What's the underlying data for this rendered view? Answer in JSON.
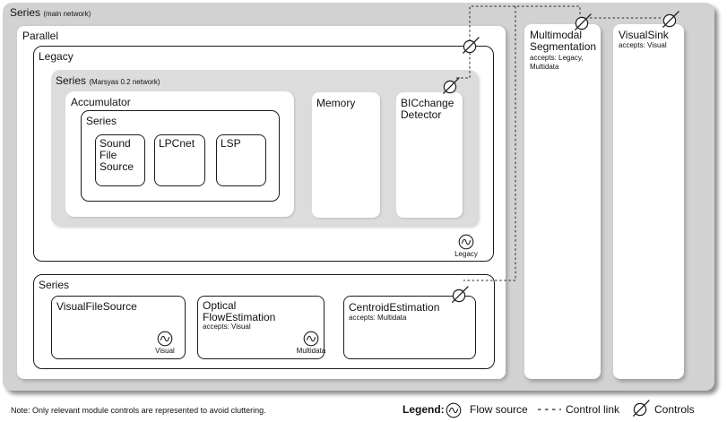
{
  "colors": {
    "outer_gray": "#d2d2d2",
    "inner_gray": "#dcdcdc",
    "box_white": "#ffffff",
    "line_black": "#1c1c1c"
  },
  "network": {
    "main_series": {
      "label": "Series",
      "sublabel": "(main network)"
    },
    "parallel": {
      "label": "Parallel"
    },
    "legacy": {
      "label": "Legacy",
      "flow_source_label": "Legacy"
    },
    "marsyas_series": {
      "label": "Series",
      "sublabel": "(Marsyas 0.2 network)"
    },
    "accumulator": {
      "label": "Accumulator"
    },
    "accumulator_series": {
      "label": "Series"
    },
    "sound_file_source": {
      "lines": [
        "Sound",
        "File",
        "Source"
      ]
    },
    "lpcnet": {
      "label": "LPCnet"
    },
    "lsp": {
      "label": "LSP"
    },
    "memory": {
      "label": "Memory"
    },
    "bicchange_detector": {
      "lines": [
        "BICchange",
        "Detector"
      ]
    },
    "bottom_series": {
      "label": "Series"
    },
    "visual_file_source": {
      "label": "VisualFileSource",
      "flow_source_label": "Visual"
    },
    "optical_flow_estimation": {
      "lines": [
        "Optical",
        "FlowEstimation"
      ],
      "accepts": "accepts: Visual",
      "flow_source_label": "Multidata"
    },
    "centroid_estimation": {
      "label": "CentroidEstimation",
      "accepts": "accepts: Multidata"
    },
    "multimodal_segmentation": {
      "lines": [
        "Multimodal",
        "Segmentation"
      ],
      "accepts_lines": [
        "accepts: Legacy,",
        "Multidata"
      ]
    },
    "visual_sink": {
      "label": "VisualSink",
      "accepts": "accepts: Visual"
    }
  },
  "footer": {
    "note": "Note: Only relevant module controls are represented to avoid cluttering.",
    "legend": {
      "title": "Legend:",
      "flow_source": "Flow source",
      "control_link": "Control link",
      "controls": "Controls"
    }
  }
}
